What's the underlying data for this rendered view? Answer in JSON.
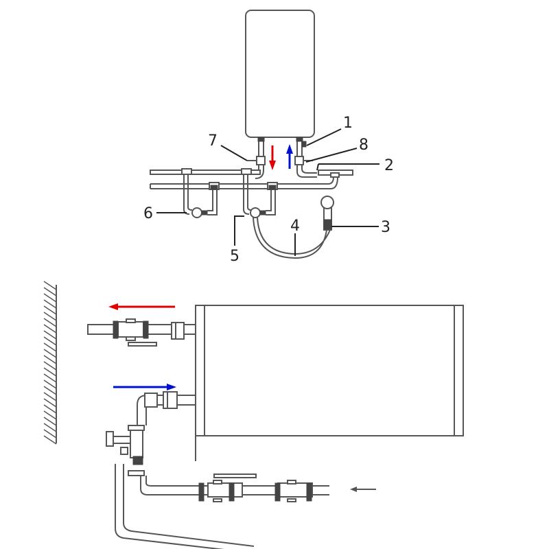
{
  "labels": {
    "l1": "1",
    "l2": "2",
    "l3": "3",
    "l4": "4",
    "l5": "5",
    "l6": "6",
    "l7": "7",
    "l8": "8"
  },
  "colors": {
    "hot": "#e00000",
    "cold": "#0010d0",
    "line": "#555555"
  }
}
